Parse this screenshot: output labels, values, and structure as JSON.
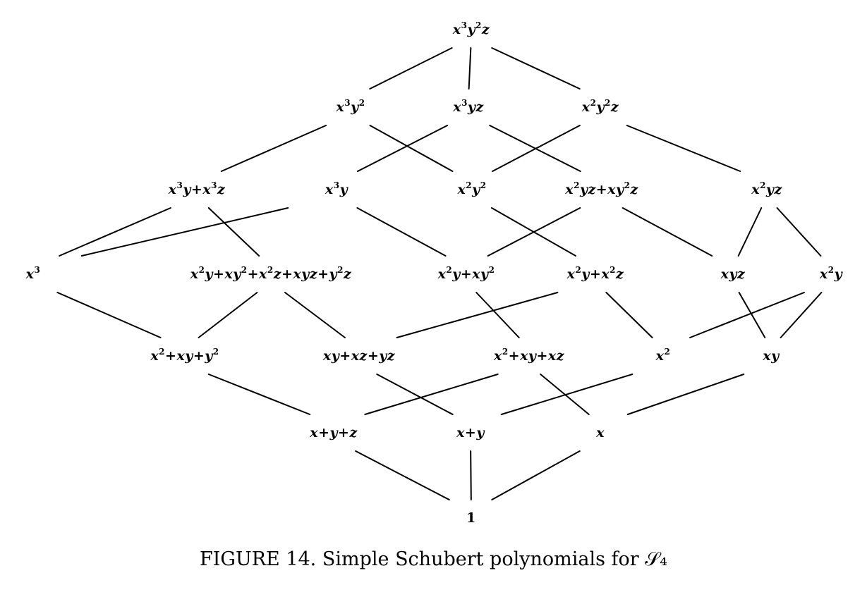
{
  "caption": "FIGURE 14. Simple Schubert polynomials for 𝒮₄",
  "nodes": [
    {
      "id": "x3y2z",
      "label": "x^3y^2z",
      "rank": 6
    },
    {
      "id": "x3y2",
      "label": "x^3y^2",
      "rank": 5
    },
    {
      "id": "x3yz",
      "label": "x^3yz",
      "rank": 5
    },
    {
      "id": "x2y2z",
      "label": "x^2y^2z",
      "rank": 5
    },
    {
      "id": "x3y+x3z",
      "label": "x^3y+x^3z",
      "rank": 4
    },
    {
      "id": "x3y",
      "label": "x^3y",
      "rank": 4
    },
    {
      "id": "x2y2",
      "label": "x^2y^2",
      "rank": 4
    },
    {
      "id": "x2yz+xy2z",
      "label": "x^2yz+xy^2z",
      "rank": 4
    },
    {
      "id": "x2yz",
      "label": "x^2yz",
      "rank": 4
    },
    {
      "id": "x3",
      "label": "x^3",
      "rank": 3
    },
    {
      "id": "long3",
      "label": "x^2y+xy^2+x^2z+xyz+y^2z",
      "rank": 3
    },
    {
      "id": "x2y+xy2",
      "label": "x^2y+xy^2",
      "rank": 3
    },
    {
      "id": "x2y+x2z",
      "label": "x^2y+x^2z",
      "rank": 3
    },
    {
      "id": "xyz",
      "label": "xyz",
      "rank": 3
    },
    {
      "id": "x2y",
      "label": "x^2y",
      "rank": 3
    },
    {
      "id": "x2+xy+y2",
      "label": "x^2+xy+y^2",
      "rank": 2
    },
    {
      "id": "xy+xz+yz",
      "label": "xy+xz+yz",
      "rank": 2
    },
    {
      "id": "x2+xy+xz",
      "label": "x^2+xy+xz",
      "rank": 2
    },
    {
      "id": "x2",
      "label": "x^2",
      "rank": 2
    },
    {
      "id": "xy",
      "label": "xy",
      "rank": 2
    },
    {
      "id": "x+y+z",
      "label": "x+y+z",
      "rank": 1
    },
    {
      "id": "x+y",
      "label": "x+y",
      "rank": 1
    },
    {
      "id": "x",
      "label": "x",
      "rank": 1
    },
    {
      "id": "one",
      "label": "1",
      "rank": 0
    }
  ],
  "edges": [
    [
      "x3y2z",
      "x3y2"
    ],
    [
      "x3y2z",
      "x3yz"
    ],
    [
      "x3y2z",
      "x2y2z"
    ],
    [
      "x3y2",
      "x3y+x3z"
    ],
    [
      "x3y2",
      "x2y2"
    ],
    [
      "x3yz",
      "x3y"
    ],
    [
      "x3yz",
      "x2yz+xy2z"
    ],
    [
      "x2y2z",
      "x2y2"
    ],
    [
      "x2y2z",
      "x2yz"
    ],
    [
      "x3y+x3z",
      "x3"
    ],
    [
      "x3y+x3z",
      "long3"
    ],
    [
      "x3y",
      "x3"
    ],
    [
      "x3y",
      "x2y+xy2"
    ],
    [
      "x2y2",
      "x2y+x2z"
    ],
    [
      "x2yz+xy2z",
      "x2y+xy2"
    ],
    [
      "x2yz+xy2z",
      "xyz"
    ],
    [
      "x2yz",
      "xyz"
    ],
    [
      "x2yz",
      "x2y"
    ],
    [
      "x3",
      "x2+xy+y2"
    ],
    [
      "long3",
      "x2+xy+y2"
    ],
    [
      "long3",
      "xy+xz+yz"
    ],
    [
      "x2y+xy2",
      "x2+xy+xz"
    ],
    [
      "x2y+x2z",
      "xy+xz+yz"
    ],
    [
      "x2y+x2z",
      "x2"
    ],
    [
      "xyz",
      "xy"
    ],
    [
      "x2y",
      "x2"
    ],
    [
      "x2y",
      "xy"
    ],
    [
      "x2+xy+y2",
      "x+y+z"
    ],
    [
      "xy+xz+yz",
      "x+y"
    ],
    [
      "x2+xy+xz",
      "x+y+z"
    ],
    [
      "x2+xy+xz",
      "x"
    ],
    [
      "x2",
      "x+y"
    ],
    [
      "xy",
      "x"
    ],
    [
      "x+y+z",
      "one"
    ],
    [
      "x+y",
      "one"
    ],
    [
      "x",
      "one"
    ]
  ]
}
